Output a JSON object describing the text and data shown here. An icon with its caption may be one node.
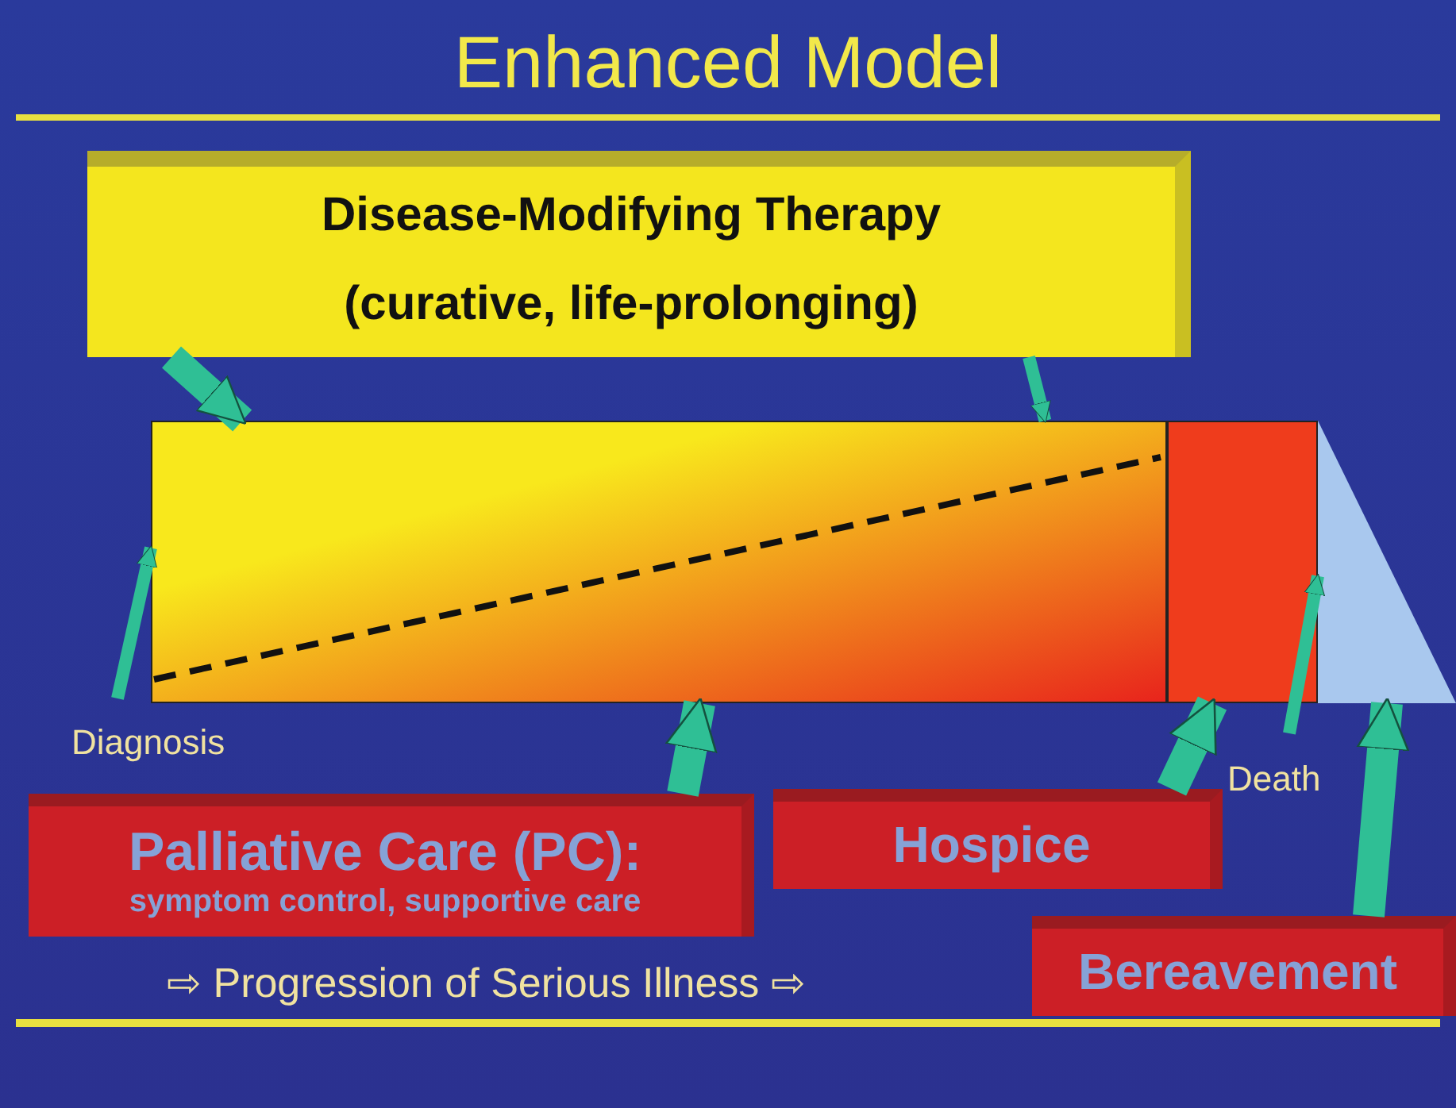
{
  "diagram": {
    "title": "Enhanced Model",
    "nodes": [
      {
        "text": [
          "Disease-Modifying Therapy",
          "(curative, life-prolonging)"
        ]
      },
      {
        "text": [],
        "shape": "box"
      },
      {
        "text": [],
        "shape": "box"
      },
      {
        "text": [],
        "shape": "triangle"
      },
      {
        "text": [
          "Palliative Care (PC):",
          "symptom control, supportive care"
        ]
      },
      {
        "text": [
          "Hospice"
        ]
      },
      {
        "text": [
          "Bereavement"
        ]
      }
    ],
    "edges": [
      {
        "from": 0,
        "to": 1,
        "arrow": "to"
      },
      {
        "from": 0,
        "to": 1,
        "arrow": "to"
      },
      {
        "from": null,
        "to": 1,
        "arrow": "to"
      },
      {
        "from": 4,
        "to": 1,
        "arrow": "to"
      },
      {
        "from": 5,
        "to": 2,
        "arrow": "to"
      },
      {
        "from": null,
        "to": 2,
        "arrow": "to"
      },
      {
        "from": 6,
        "to": 3,
        "arrow": "to"
      }
    ],
    "labels": [
      "Diagnosis",
      "Death",
      "⇨ Progression of Serious Illness ⇨"
    ]
  }
}
